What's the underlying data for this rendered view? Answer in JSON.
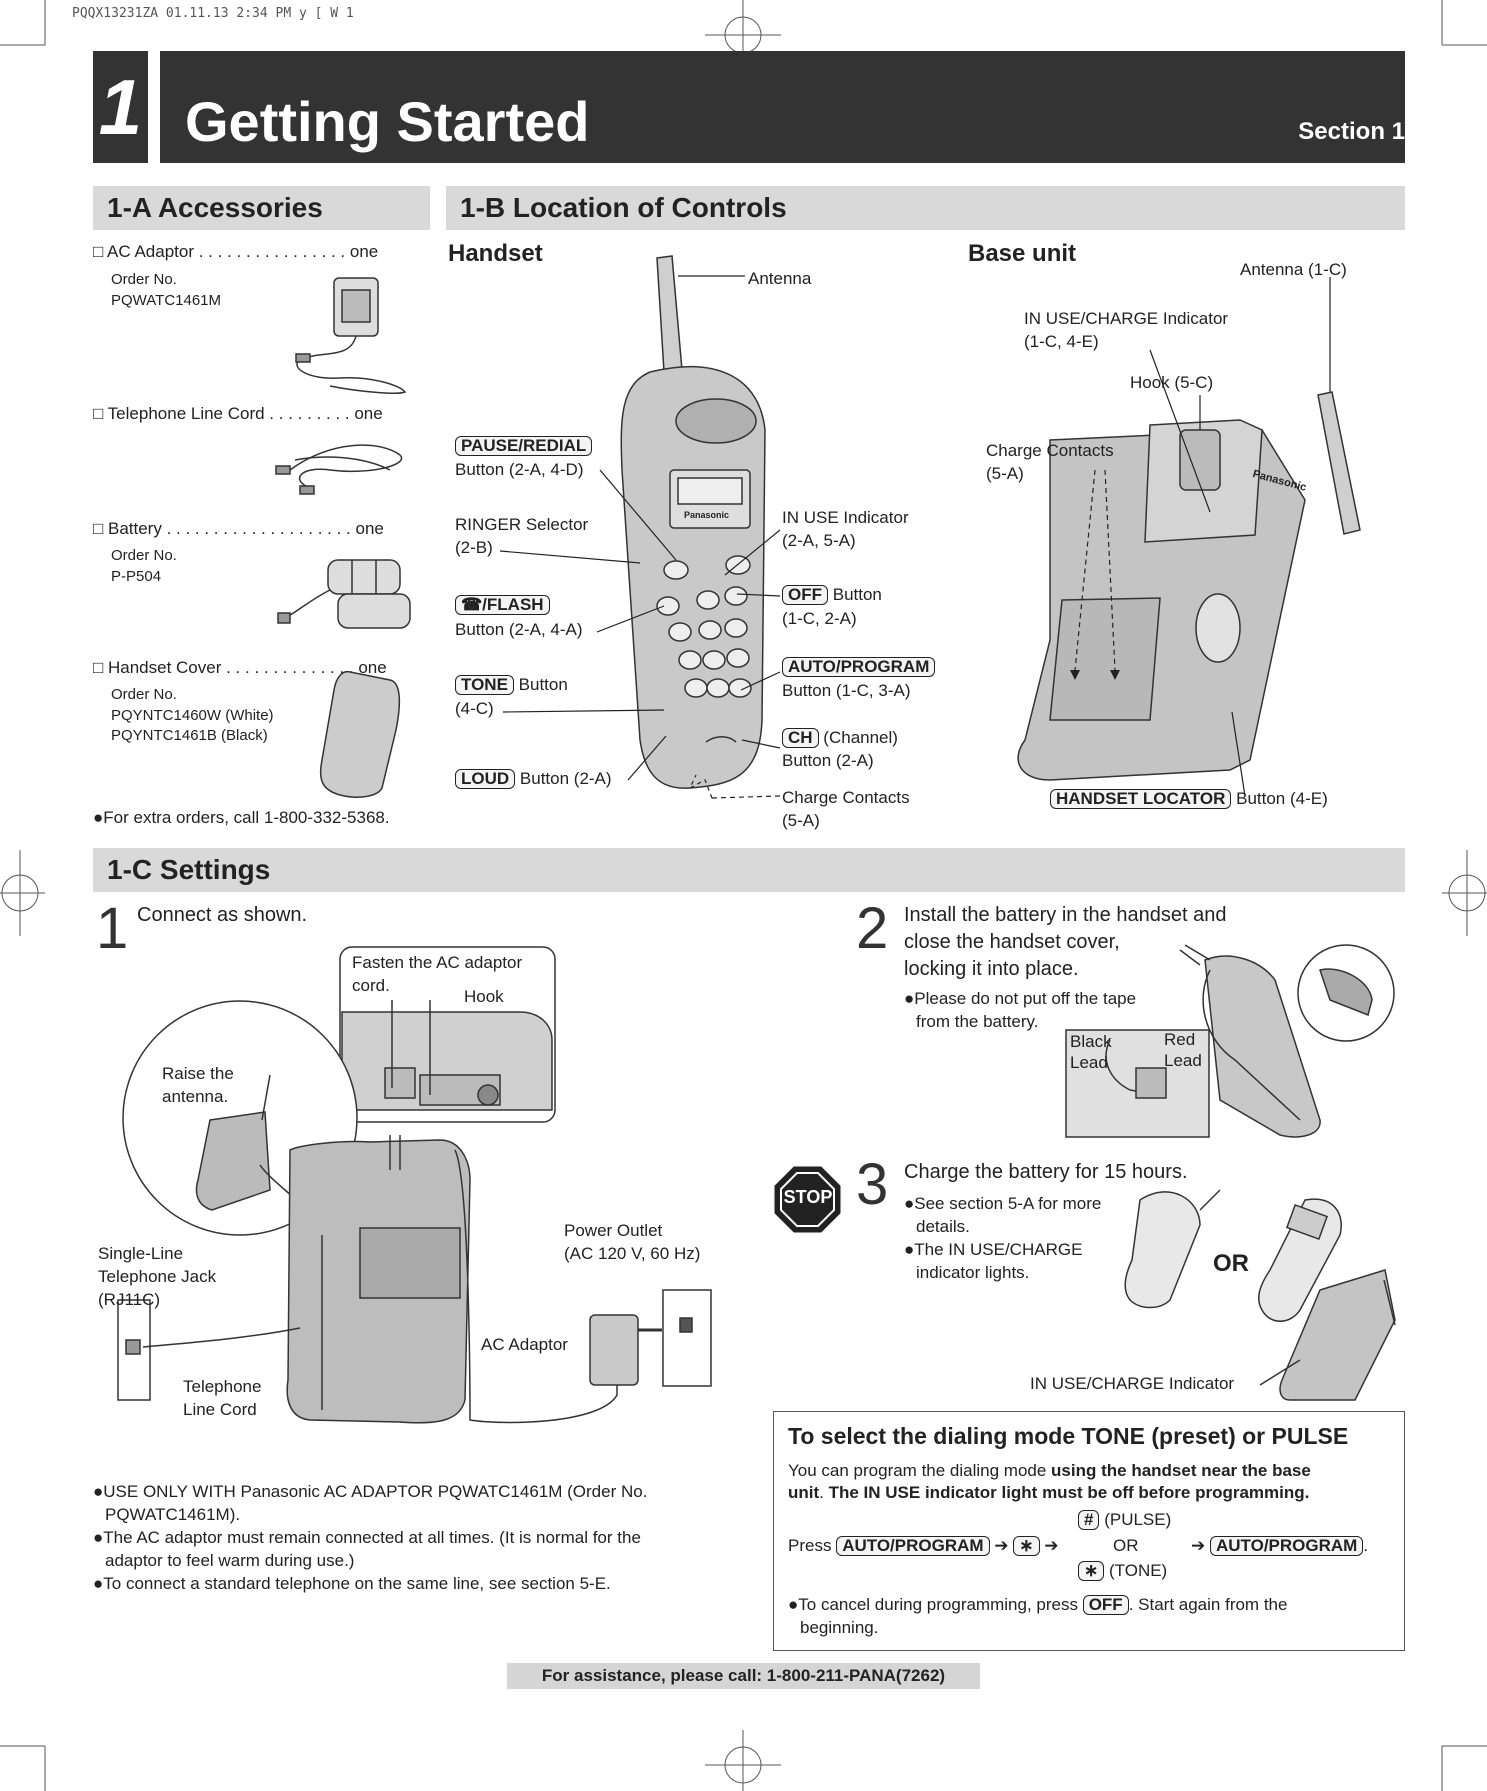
{
  "print_slug": "PQQX13231ZA 01.11.13 2:34 PM y [ W 1",
  "header": {
    "section_number": "1",
    "title": "Getting Started",
    "section_label": "Section 1"
  },
  "accessories": {
    "heading": "1-A  Accessories",
    "items": [
      {
        "label": "□ AC Adaptor . . . . . . . . . . . . . . . . one",
        "order_label": "Order No.",
        "order": "PQWATC1461M"
      },
      {
        "label": "□ Telephone Line Cord . . . . . . . . . one"
      },
      {
        "label": "□ Battery . . . . . . . . . . . . . . . . . . . . one",
        "order_label": "Order No.",
        "order": "P-P504"
      },
      {
        "label": "□ Handset Cover . . . . . . . . . . . . . . one",
        "order_label": "Order No.",
        "order": "PQYNTC1460W (White)",
        "order2": "PQYNTC1461B (Black)"
      }
    ],
    "footnote": "●For extra orders, call 1-800-332-5368."
  },
  "controls": {
    "heading": "1-B  Location of Controls",
    "handset_title": "Handset",
    "base_title": "Base unit",
    "handset_labels": {
      "antenna": "Antenna",
      "pause_key": "PAUSE/REDIAL",
      "pause_ref": "Button (2-A, 4-D)",
      "ringer": "RINGER Selector",
      "ringer_ref": "(2-B)",
      "flash_key": "☎/FLASH",
      "flash_ref": "Button (2-A, 4-A)",
      "tone_key": "TONE",
      "tone_suffix": "Button",
      "tone_ref": "(4-C)",
      "loud_key": "LOUD",
      "loud_suffix": "Button (2-A)",
      "inuse": "IN USE Indicator",
      "inuse_ref": "(2-A, 5-A)",
      "off_key": "OFF",
      "off_suffix": "Button",
      "off_ref": "(1-C, 2-A)",
      "auto_key": "AUTO/PROGRAM",
      "auto_ref": "Button (1-C, 3-A)",
      "ch_key": "CH",
      "ch_suffix": "(Channel)",
      "ch_ref": "Button (2-A)",
      "charge": "Charge Contacts",
      "charge_ref": "(5-A)",
      "brand": "Panasonic"
    },
    "base_labels": {
      "antenna": "Antenna (1-C)",
      "inuse_charge": "IN USE/CHARGE Indicator",
      "inuse_charge_ref": "(1-C, 4-E)",
      "hook": "Hook (5-C)",
      "charge": "Charge Contacts",
      "charge_ref": "(5-A)",
      "locator_key": "HANDSET LOCATOR",
      "locator_suffix": "Button (4-E)",
      "brand": "Panasonic"
    }
  },
  "settings": {
    "heading": "1-C  Settings",
    "step1": {
      "num": "1",
      "text": "Connect as shown.",
      "fasten": "Fasten the AC adaptor",
      "fasten2": "cord.",
      "hook": "Hook",
      "raise": "Raise the",
      "raise2": "antenna.",
      "jack": "Single-Line",
      "jack2": "Telephone Jack",
      "jack3": "(RJ11C)",
      "outlet": "Power Outlet",
      "outlet2": "(AC 120 V, 60 Hz)",
      "adaptor": "AC Adaptor",
      "cord": "Telephone",
      "cord2": "Line Cord",
      "notes": [
        "●USE ONLY WITH Panasonic AC ADAPTOR PQWATC1461M (Order No.",
        "PQWATC1461M).",
        "●The AC adaptor must remain connected at all times. (It is normal for the",
        "adaptor to feel warm during use.)",
        "●To connect a standard telephone on the same line, see section 5-E."
      ]
    },
    "step2": {
      "num": "2",
      "lines": [
        "Install the battery in the handset and",
        "close the handset cover,",
        "locking it into place."
      ],
      "note": "●Please do not put off the tape",
      "note2": "from the battery.",
      "black": "Black",
      "black2": "Lead",
      "red": "Red",
      "red2": "Lead"
    },
    "step3": {
      "num": "3",
      "stop": "STOP",
      "text": "Charge the battery for 15 hours.",
      "n1": "●See section 5-A for more",
      "n1b": "details.",
      "n2": "●The IN USE/CHARGE",
      "n2b": "indicator lights.",
      "or": "OR",
      "indicator": "IN USE/CHARGE Indicator"
    },
    "dial_box": {
      "title": "To select the dialing mode TONE (preset) or PULSE",
      "p1a": "You can program the dialing mode ",
      "p1b": "using the handset near the base",
      "p1c": "unit",
      "p1d": ". ",
      "p1e": "The IN USE indicator light must be off before programming.",
      "press": "Press",
      "auto": "AUTO/PROGRAM",
      "star": "∗",
      "hash": "#",
      "pulse": "(PULSE)",
      "or": "OR",
      "tone": "(TONE)",
      "cancel": "●To cancel during programming, press",
      "off": "OFF",
      "cancel2": ". Start again from the",
      "cancel3": "beginning."
    }
  },
  "footer": "For assistance, please call: 1-800-211-PANA(7262)"
}
